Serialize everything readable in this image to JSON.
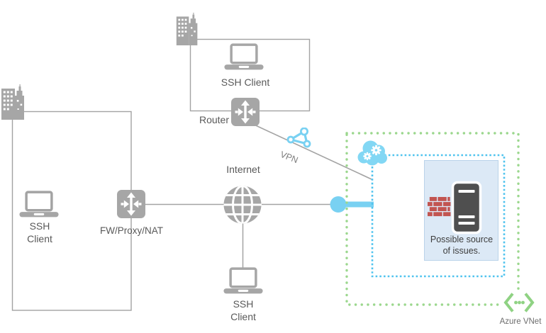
{
  "labels": {
    "top_client": "SSH Client",
    "router": "Router",
    "left_client_line1": "SSH",
    "left_client_line2": "Client",
    "fw_proxy_nat": "FW/Proxy/NAT",
    "internet": "Internet",
    "bottom_client_line1": "SSH",
    "bottom_client_line2": "Client",
    "vpn": "VPN",
    "issue_line1": "Possible source",
    "issue_line2": "of issues.",
    "azure_vnet": "Azure VNet"
  },
  "colors": {
    "icon_gray": "#a6a6a6",
    "line_gray": "#a3a3a3",
    "text_gray": "#595959",
    "cyan": "#79d1f2",
    "cloud_cyan": "#82d7f4",
    "green": "#9bd78d",
    "vnet_green": "#8fd283",
    "blue_dot": "#4fc3ee",
    "panel_fill": "#dce9f6",
    "panel_border": "#bad3ea",
    "brick_red": "#c25551",
    "server_dark": "#4f4f4f"
  },
  "icons": {
    "building": "office-building-icon",
    "laptop": "laptop-icon",
    "router": "router-icon",
    "globe": "internet-globe-icon",
    "vpn_triangle": "vpn-connection-icon",
    "cloud_gears": "azure-cloud-services-icon",
    "firewall": "firewall-brick-icon",
    "server": "server-icon",
    "vnet": "azure-vnet-icon"
  }
}
